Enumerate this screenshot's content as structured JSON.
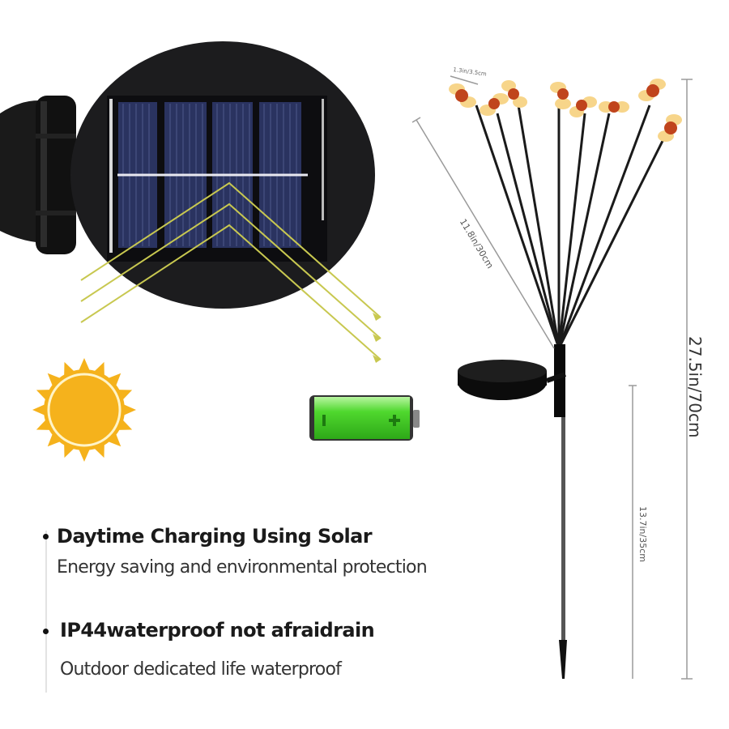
{
  "features": [
    {
      "title": "Daytime Charging Using Solar",
      "subtitle": "Energy saving and environmental protection"
    },
    {
      "title": "IP44waterproof not afraidrain",
      "subtitle": "Outdoor dedicated life waterproof"
    }
  ],
  "dimensions": {
    "total_height": "27.5in/70cm",
    "stake_height": "13.7in/35cm",
    "branch_length": "11.8in/30cm",
    "flower_width": "1.3in/3.5cm"
  },
  "icons": {
    "sun": "sun-icon",
    "battery": "battery-charging-icon",
    "solar_panel": "solar-panel-illustration"
  },
  "colors": {
    "panel_body": "#1c1c1e",
    "panel_cells": "#2a3360",
    "light_rays": "#c8c850",
    "sun": "#f5b21c",
    "battery_green": "#3ecf2a",
    "flower_petal": "#f7d58a",
    "flower_center": "#c0441c",
    "dimension_line": "#9a9a9a"
  }
}
